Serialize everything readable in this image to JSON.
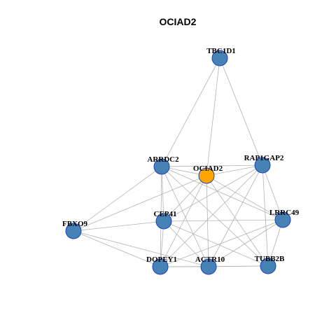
{
  "title": "OCIAD2",
  "colors": {
    "default_node": "#4682b4",
    "center_node": "#ffa500",
    "node_border": "#1f3fbf",
    "edge": "#b3b3b3"
  },
  "network": {
    "center": "OCIAD2",
    "nodes": [
      "TBC1D1",
      "ARRDC2",
      "OCIAD2",
      "RAP1GAP2",
      "LRRC49",
      "FBXO9",
      "CEP41",
      "DOPEY1",
      "ACTR10",
      "TUBB2B"
    ],
    "edges": [
      [
        "TBC1D1",
        "ARRDC2"
      ],
      [
        "TBC1D1",
        "OCIAD2"
      ],
      [
        "TBC1D1",
        "RAP1GAP2"
      ],
      [
        "ARRDC2",
        "OCIAD2"
      ],
      [
        "ARRDC2",
        "RAP1GAP2"
      ],
      [
        "ARRDC2",
        "LRRC49"
      ],
      [
        "ARRDC2",
        "FBXO9"
      ],
      [
        "ARRDC2",
        "CEP41"
      ],
      [
        "ARRDC2",
        "DOPEY1"
      ],
      [
        "ARRDC2",
        "ACTR10"
      ],
      [
        "ARRDC2",
        "TUBB2B"
      ],
      [
        "OCIAD2",
        "RAP1GAP2"
      ],
      [
        "OCIAD2",
        "LRRC49"
      ],
      [
        "OCIAD2",
        "FBXO9"
      ],
      [
        "OCIAD2",
        "CEP41"
      ],
      [
        "OCIAD2",
        "DOPEY1"
      ],
      [
        "OCIAD2",
        "ACTR10"
      ],
      [
        "OCIAD2",
        "TUBB2B"
      ],
      [
        "RAP1GAP2",
        "LRRC49"
      ],
      [
        "RAP1GAP2",
        "CEP41"
      ],
      [
        "RAP1GAP2",
        "DOPEY1"
      ],
      [
        "RAP1GAP2",
        "ACTR10"
      ],
      [
        "RAP1GAP2",
        "TUBB2B"
      ],
      [
        "LRRC49",
        "CEP41"
      ],
      [
        "LRRC49",
        "DOPEY1"
      ],
      [
        "LRRC49",
        "ACTR10"
      ],
      [
        "LRRC49",
        "TUBB2B"
      ],
      [
        "FBXO9",
        "CEP41"
      ],
      [
        "FBXO9",
        "DOPEY1"
      ],
      [
        "FBXO9",
        "ACTR10"
      ],
      [
        "CEP41",
        "DOPEY1"
      ],
      [
        "CEP41",
        "ACTR10"
      ],
      [
        "CEP41",
        "TUBB2B"
      ],
      [
        "DOPEY1",
        "ACTR10"
      ],
      [
        "DOPEY1",
        "TUBB2B"
      ],
      [
        "ACTR10",
        "TUBB2B"
      ]
    ]
  }
}
